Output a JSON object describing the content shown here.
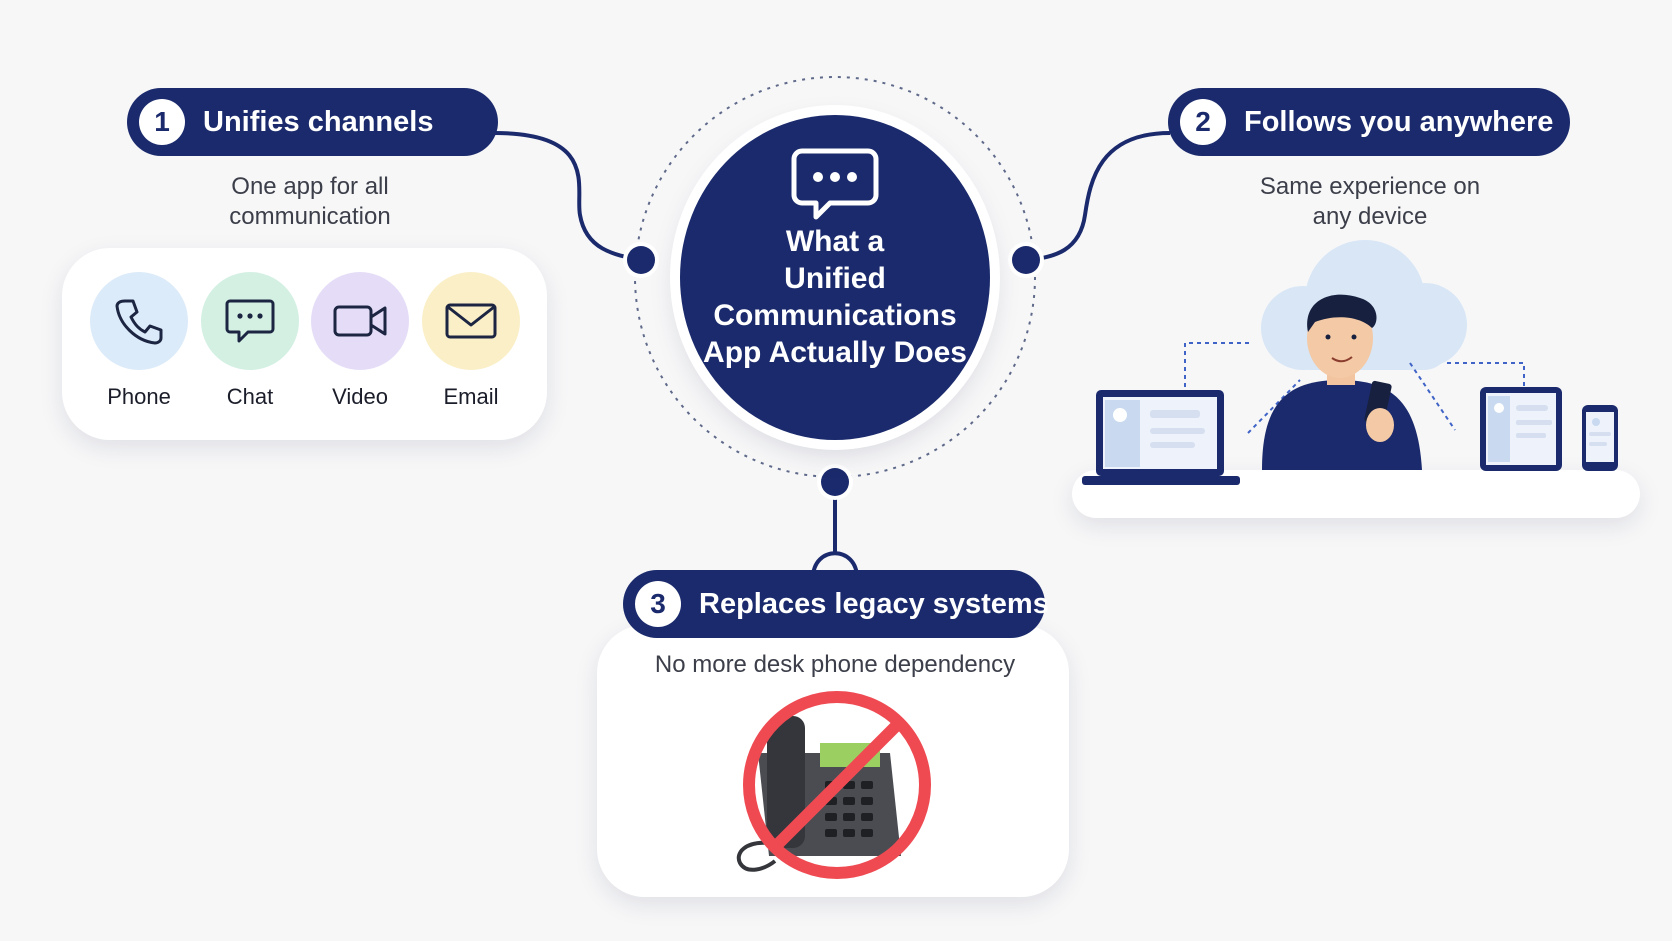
{
  "hub": {
    "title": "What a\nUnified\nCommunications\nApp Actually Does",
    "icon": "chat-bubble-icon"
  },
  "features": [
    {
      "number": "1",
      "title": "Unifies channels",
      "caption": "One app for all\ncommunication"
    },
    {
      "number": "2",
      "title": "Follows you anywhere",
      "caption": "Same experience on\nany device"
    },
    {
      "number": "3",
      "title": "Replaces legacy systems",
      "caption": "No more desk phone dependency"
    }
  ],
  "channels": [
    {
      "label": "Phone",
      "icon": "phone-icon",
      "color": "#dcebf9"
    },
    {
      "label": "Chat",
      "icon": "chat-icon",
      "color": "#d3f0e3"
    },
    {
      "label": "Video",
      "icon": "video-icon",
      "color": "#e5ddf7"
    },
    {
      "label": "Email",
      "icon": "email-icon",
      "color": "#faefc7"
    }
  ],
  "colors": {
    "navy": "#1a2a6c",
    "prohibited": "#ef4a52",
    "cloud": "#d8e6f6"
  }
}
